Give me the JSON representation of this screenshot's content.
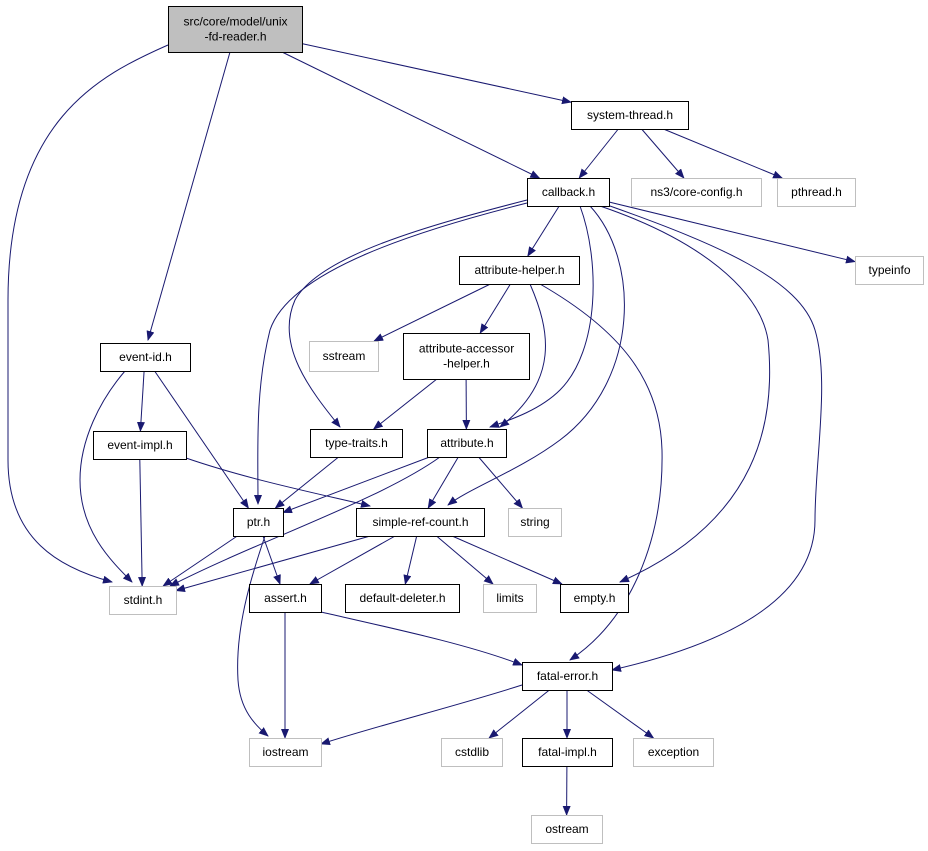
{
  "colors": {
    "edge": "#191970",
    "root_fill": "#bfbfbf",
    "solid_border": "#000000",
    "system_border": "#bfbfbf",
    "text": "#000000"
  },
  "nodes": {
    "fd_reader": {
      "lines": [
        "src/core/model/unix",
        "-fd-reader.h"
      ],
      "kind": "root"
    },
    "system_thread": {
      "lines": [
        "system-thread.h"
      ],
      "kind": "local"
    },
    "callback": {
      "lines": [
        "callback.h"
      ],
      "kind": "local"
    },
    "core_config": {
      "lines": [
        "ns3/core-config.h"
      ],
      "kind": "system"
    },
    "pthread": {
      "lines": [
        "pthread.h"
      ],
      "kind": "system"
    },
    "typeinfo": {
      "lines": [
        "typeinfo"
      ],
      "kind": "system"
    },
    "attribute_helper": {
      "lines": [
        "attribute-helper.h"
      ],
      "kind": "local"
    },
    "sstream": {
      "lines": [
        "sstream"
      ],
      "kind": "system"
    },
    "attribute_accessor_helper": {
      "lines": [
        "attribute-accessor",
        "-helper.h"
      ],
      "kind": "local"
    },
    "event_id": {
      "lines": [
        "event-id.h"
      ],
      "kind": "local"
    },
    "event_impl": {
      "lines": [
        "event-impl.h"
      ],
      "kind": "local"
    },
    "type_traits": {
      "lines": [
        "type-traits.h"
      ],
      "kind": "local"
    },
    "attribute": {
      "lines": [
        "attribute.h"
      ],
      "kind": "local"
    },
    "ptr": {
      "lines": [
        "ptr.h"
      ],
      "kind": "local"
    },
    "simple_ref_count": {
      "lines": [
        "simple-ref-count.h"
      ],
      "kind": "local"
    },
    "string": {
      "lines": [
        "string"
      ],
      "kind": "system"
    },
    "stdint": {
      "lines": [
        "stdint.h"
      ],
      "kind": "system"
    },
    "assert": {
      "lines": [
        "assert.h"
      ],
      "kind": "local"
    },
    "default_deleter": {
      "lines": [
        "default-deleter.h"
      ],
      "kind": "local"
    },
    "limits": {
      "lines": [
        "limits"
      ],
      "kind": "system"
    },
    "empty": {
      "lines": [
        "empty.h"
      ],
      "kind": "local"
    },
    "fatal_error": {
      "lines": [
        "fatal-error.h"
      ],
      "kind": "local"
    },
    "iostream": {
      "lines": [
        "iostream"
      ],
      "kind": "system"
    },
    "cstdlib": {
      "lines": [
        "cstdlib"
      ],
      "kind": "system"
    },
    "fatal_impl": {
      "lines": [
        "fatal-impl.h"
      ],
      "kind": "local"
    },
    "exception": {
      "lines": [
        "exception"
      ],
      "kind": "system"
    },
    "ostream": {
      "lines": [
        "ostream"
      ],
      "kind": "system"
    }
  },
  "edges": [
    [
      "fd_reader",
      "stdint"
    ],
    [
      "fd_reader",
      "event_id"
    ],
    [
      "fd_reader",
      "callback"
    ],
    [
      "fd_reader",
      "system_thread"
    ],
    [
      "system_thread",
      "callback"
    ],
    [
      "system_thread",
      "core_config"
    ],
    [
      "system_thread",
      "pthread"
    ],
    [
      "callback",
      "ptr"
    ],
    [
      "callback",
      "type_traits"
    ],
    [
      "callback",
      "attribute_helper"
    ],
    [
      "callback",
      "attribute"
    ],
    [
      "callback",
      "simple_ref_count"
    ],
    [
      "callback",
      "empty"
    ],
    [
      "callback",
      "fatal_error"
    ],
    [
      "callback",
      "typeinfo"
    ],
    [
      "attribute_helper",
      "sstream"
    ],
    [
      "attribute_helper",
      "attribute_accessor_helper"
    ],
    [
      "attribute_helper",
      "attribute"
    ],
    [
      "attribute_helper",
      "fatal_error"
    ],
    [
      "attribute_accessor_helper",
      "type_traits"
    ],
    [
      "attribute_accessor_helper",
      "attribute"
    ],
    [
      "event_id",
      "event_impl"
    ],
    [
      "event_id",
      "stdint"
    ],
    [
      "event_id",
      "ptr"
    ],
    [
      "event_impl",
      "stdint"
    ],
    [
      "event_impl",
      "simple_ref_count"
    ],
    [
      "type_traits",
      "ptr"
    ],
    [
      "attribute",
      "ptr"
    ],
    [
      "attribute",
      "stdint"
    ],
    [
      "attribute",
      "simple_ref_count"
    ],
    [
      "attribute",
      "string"
    ],
    [
      "ptr",
      "stdint"
    ],
    [
      "ptr",
      "assert"
    ],
    [
      "ptr",
      "iostream"
    ],
    [
      "simple_ref_count",
      "stdint"
    ],
    [
      "simple_ref_count",
      "assert"
    ],
    [
      "simple_ref_count",
      "default_deleter"
    ],
    [
      "simple_ref_count",
      "limits"
    ],
    [
      "simple_ref_count",
      "empty"
    ],
    [
      "assert",
      "iostream"
    ],
    [
      "assert",
      "fatal_error"
    ],
    [
      "fatal_error",
      "iostream"
    ],
    [
      "fatal_error",
      "cstdlib"
    ],
    [
      "fatal_error",
      "fatal_impl"
    ],
    [
      "fatal_error",
      "exception"
    ],
    [
      "fatal_impl",
      "ostream"
    ]
  ]
}
